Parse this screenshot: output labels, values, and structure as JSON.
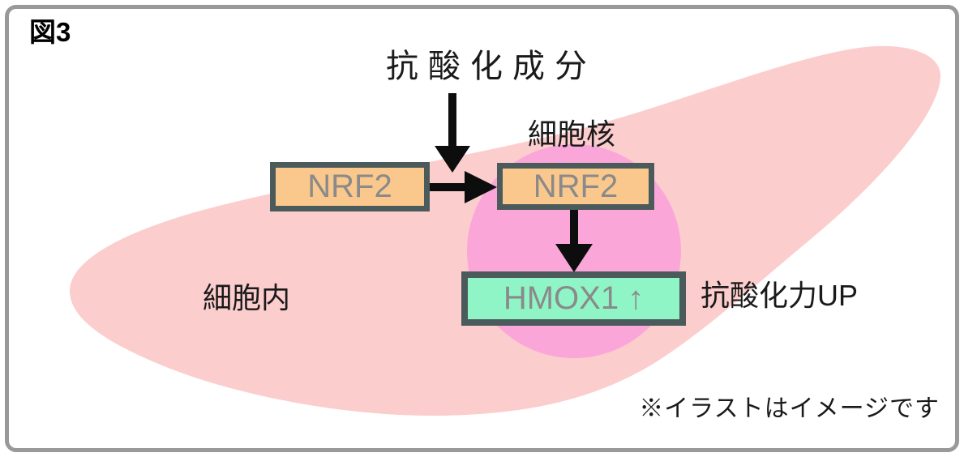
{
  "figure_label": "図3",
  "labels": {
    "stimulus": "抗酸化成分",
    "nucleus": "細胞核",
    "cell": "細胞内",
    "result": "抗酸化力UP"
  },
  "nodes": {
    "nrf2_cytoplasm": "NRF2",
    "nrf2_nucleus": "NRF2",
    "hmox1": "HMOX1 ↑"
  },
  "note": "※イラストはイメージです",
  "colors": {
    "cell_fill": "#FCCDCD",
    "nucleus_fill": "#FBA6D9",
    "nrf2_fill": "#FAC88C",
    "hmox1_fill": "#90F5C6",
    "box_border": "#4B5A5A",
    "box_text": "#8A8A8A",
    "label_text": "#1A1A1A",
    "frame_border": "#999999",
    "arrow": "#0D0D0D",
    "background": "#FFFFFF"
  }
}
